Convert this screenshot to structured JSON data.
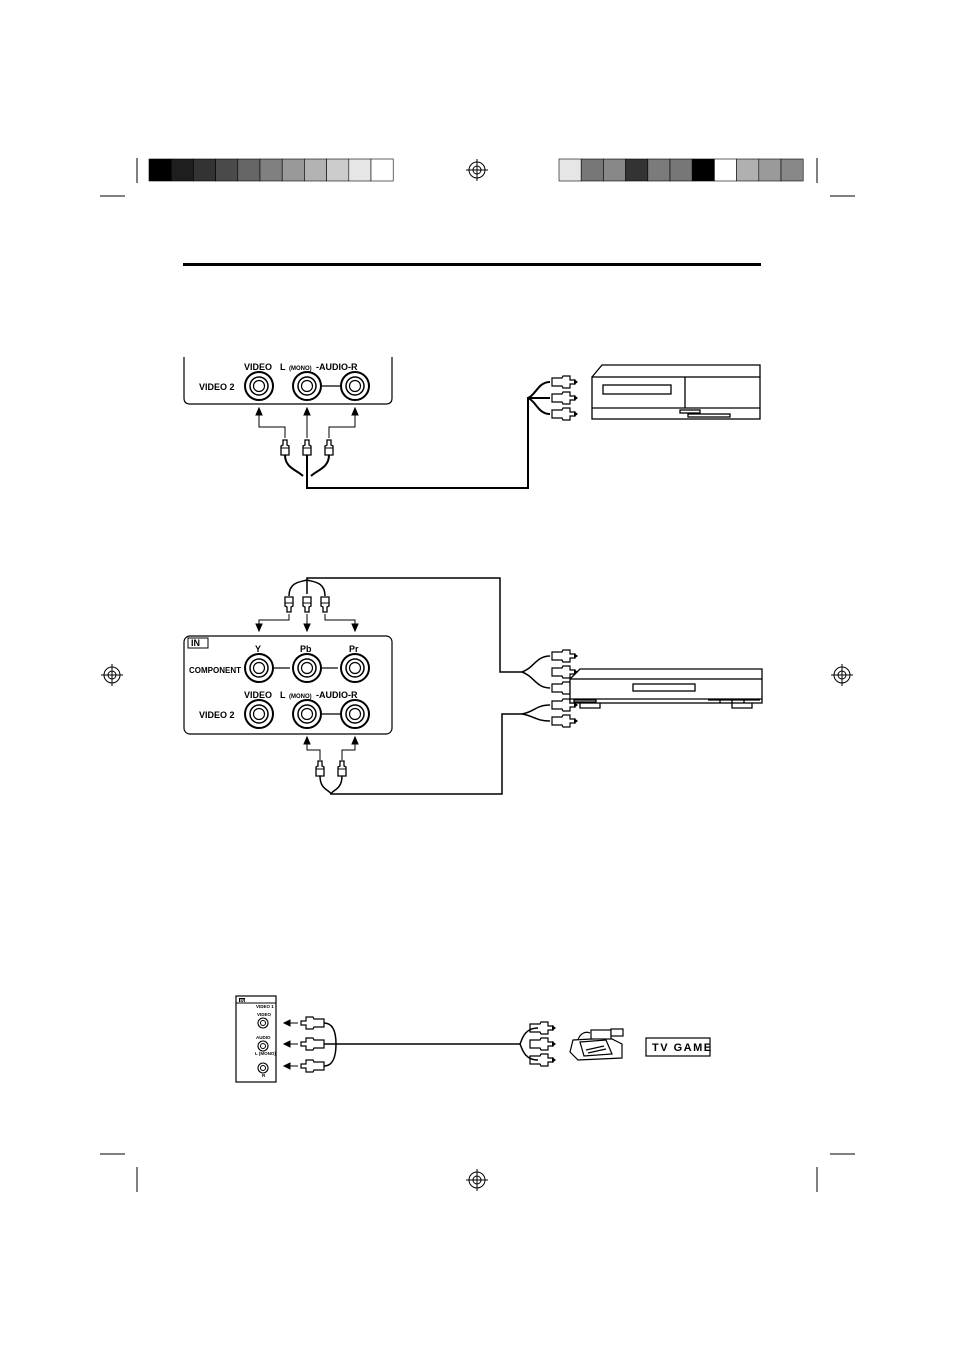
{
  "calibration": {
    "left_bar_colors": [
      "#000000",
      "#1e1e1e",
      "#333333",
      "#4a4a4a",
      "#666666",
      "#808080",
      "#999999",
      "#b3b3b3",
      "#cccccc",
      "#e6e6e6",
      "#ffffff"
    ],
    "right_bar_colors": [
      "#e6e6e6",
      "#777777",
      "#888888",
      "#333333",
      "#7b7b7b",
      "#777777",
      "#000000",
      "#ffffff",
      "#b0b0b0",
      "#9a9a9a",
      "#888888"
    ]
  },
  "diagram1": {
    "panel": {
      "video_label": "VIDEO",
      "audio_label_l": "L",
      "audio_label_mono": "(MONO)",
      "audio_label_rest": "-AUDIO-R",
      "row_label": "VIDEO 2"
    }
  },
  "diagram2": {
    "panel": {
      "in_label": "IN",
      "y_label": "Y",
      "pb_label": "Pb",
      "pr_label": "Pr",
      "component_label": "COMPONENT",
      "video_label": "VIDEO",
      "audio_label_l": "L",
      "audio_label_mono": "(MONO)",
      "audio_label_rest": "-AUDIO-R",
      "row_label": "VIDEO 2"
    }
  },
  "diagram3": {
    "panel": {
      "in_label": "IN",
      "video1_label": "VIDEO 1",
      "video_label": "VIDEO",
      "audio_label": "AUDIO",
      "l_mono_label": "L (MONO)",
      "r_label": "R"
    },
    "tv_game_label": "TV GAME"
  }
}
